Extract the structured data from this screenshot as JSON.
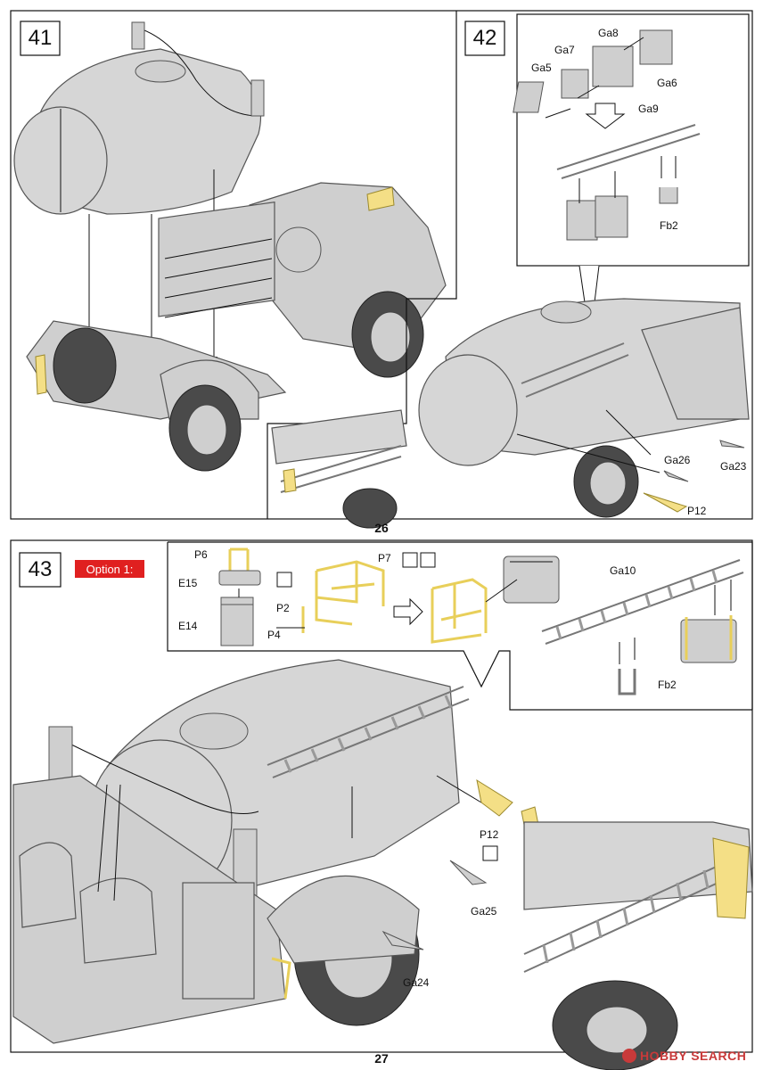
{
  "pages": [
    {
      "number": "26"
    },
    {
      "number": "27"
    }
  ],
  "steps": {
    "s41": {
      "number": "41"
    },
    "s42": {
      "number": "42"
    },
    "s43": {
      "number": "43",
      "option": "Option 1:"
    }
  },
  "labels": {
    "ga5": "Ga5",
    "ga7": "Ga7",
    "ga8": "Ga8",
    "ga6": "Ga6",
    "ga9": "Ga9",
    "fb2a": "Fb2",
    "ga26": "Ga26",
    "ga23": "Ga23",
    "p12a": "P12",
    "p6": "P6",
    "e15": "E15",
    "e14": "E14",
    "p2": "P2",
    "p4": "P4",
    "p7": "P7",
    "ga10": "Ga10",
    "fb2b": "Fb2",
    "p12b": "P12",
    "ga25": "Ga25",
    "ga24": "Ga24"
  },
  "watermark": {
    "brand": "HOBBY SEARCH"
  },
  "colors": {
    "option_badge": "#e02020",
    "plastic": "#d6d6d6",
    "photoetch": "#f4df86"
  }
}
